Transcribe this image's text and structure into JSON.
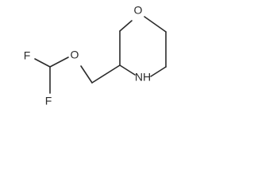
{
  "molecule": {
    "atoms": {
      "ring_oxygen": "O",
      "ring_nitrogen": "NH",
      "ether_oxygen": "O",
      "fluorine_top": "F",
      "fluorine_bottom": "F"
    }
  }
}
